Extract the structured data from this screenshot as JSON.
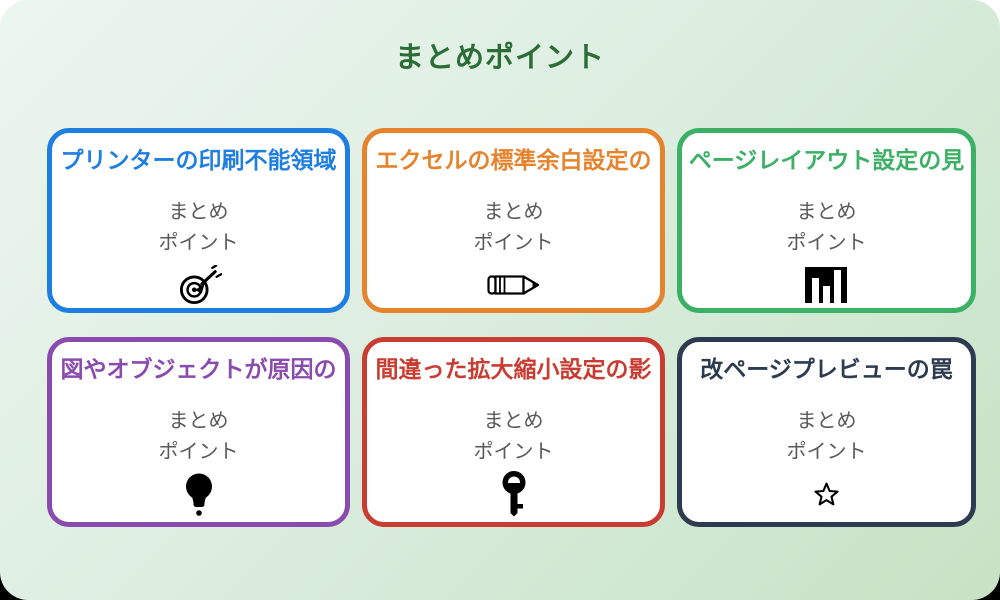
{
  "page": {
    "title": "まとめポイント",
    "title_color": "#2b6e35",
    "canvas_background_from": "#edf6f0",
    "canvas_background_to": "#c6e2c4",
    "outside_top_color": "#ffffff",
    "outside_bottom_color": "#000000"
  },
  "card_subtitle_lines": [
    "まとめ",
    "ポイント"
  ],
  "cards": [
    {
      "title": "プリンターの印刷不能領域",
      "color": "#1f7fe0",
      "icon": "target-arrow-icon"
    },
    {
      "title": "エクセルの標準余白設定の",
      "color": "#e6832d",
      "icon": "pencil-icon"
    },
    {
      "title": "ページレイアウト設定の見",
      "color": "#3cb064",
      "icon": "bar-chart-icon"
    },
    {
      "title": "図やオブジェクトが原因の",
      "color": "#8a4bae",
      "icon": "lightbulb-icon"
    },
    {
      "title": "間違った拡大縮小設定の影",
      "color": "#c93c31",
      "icon": "key-icon"
    },
    {
      "title": "改ページプレビューの罠",
      "color": "#2d3b50",
      "icon": "star-icon"
    }
  ]
}
